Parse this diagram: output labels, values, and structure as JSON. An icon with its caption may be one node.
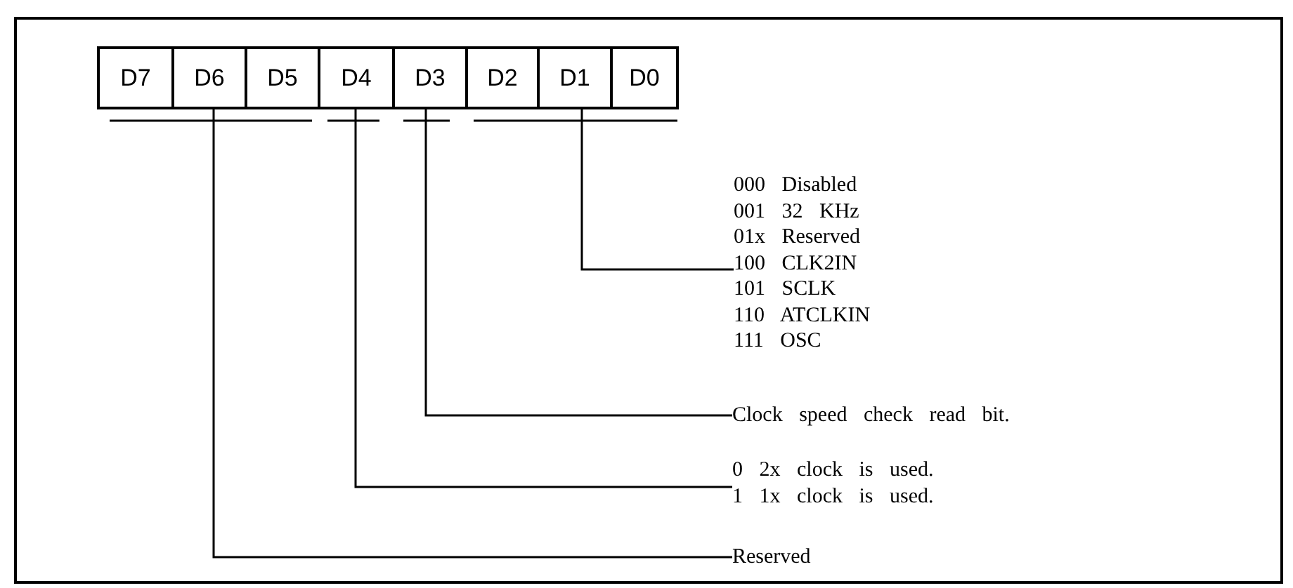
{
  "diagram": {
    "nodes": [
      {
        "text": [
          "D7"
        ]
      },
      {
        "text": [
          "D6"
        ]
      },
      {
        "text": [
          "D5"
        ]
      },
      {
        "text": [
          "D4"
        ]
      },
      {
        "text": [
          "D3"
        ]
      },
      {
        "text": [
          "D2"
        ]
      },
      {
        "text": [
          "D1"
        ]
      },
      {
        "text": [
          "D0"
        ]
      },
      {
        "text": [
          "000 Disabled",
          "001 32 KHz",
          "01x Reserved",
          "100 CLK2IN",
          "101 SCLK",
          "110 ATCLKIN",
          "111 OSC"
        ]
      },
      {
        "text": [
          "Clock speed check read bit."
        ]
      },
      {
        "text": [
          "0 2x clock is used.",
          "1 1x clock is used."
        ]
      },
      {
        "text": [
          "Reserved"
        ]
      }
    ],
    "edges": [
      {
        "from": 8,
        "to": 6,
        "arrow": "none"
      },
      {
        "from": 9,
        "to": 4,
        "arrow": "none"
      },
      {
        "from": 10,
        "to": 3,
        "arrow": "none"
      },
      {
        "from": 11,
        "to": 1,
        "arrow": "none"
      }
    ]
  }
}
